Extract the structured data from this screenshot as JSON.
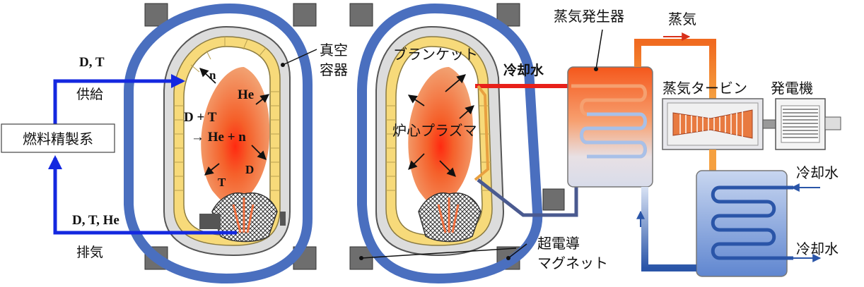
{
  "labels": {
    "fuel_system": "燃料精製系",
    "dt_supply": "D, T",
    "supply": "供給",
    "dthe_exhaust": "D, T, He",
    "exhaust": "排気",
    "n": "n",
    "he": "He",
    "d_plus_t": "D + T",
    "he_plus_n": "→ He + n",
    "t": "T",
    "d": "D",
    "vacuum_vessel_1": "真空",
    "vacuum_vessel_2": "容器",
    "blanket": "ブランケット",
    "core_plasma": "炉心プラズマ",
    "coolant_bold": "冷却水",
    "steam_generator": "蒸気発生器",
    "steam": "蒸気",
    "steam_turbine": "蒸気タービン",
    "generator": "発電機",
    "coolant_in": "冷却水",
    "coolant_out": "冷却水",
    "magnet_1": "超電導",
    "magnet_2": "マグネット"
  },
  "colors": {
    "arrow_blue": "#1428e0",
    "vessel_blue": "#4a6fbf",
    "blanket_yellow": "#f7da7a",
    "plasma_orange": "#f08a4e",
    "hot_red": "#e8201a",
    "cold_blue": "#2a55a8",
    "magnet_gray": "#6e6e6e"
  }
}
